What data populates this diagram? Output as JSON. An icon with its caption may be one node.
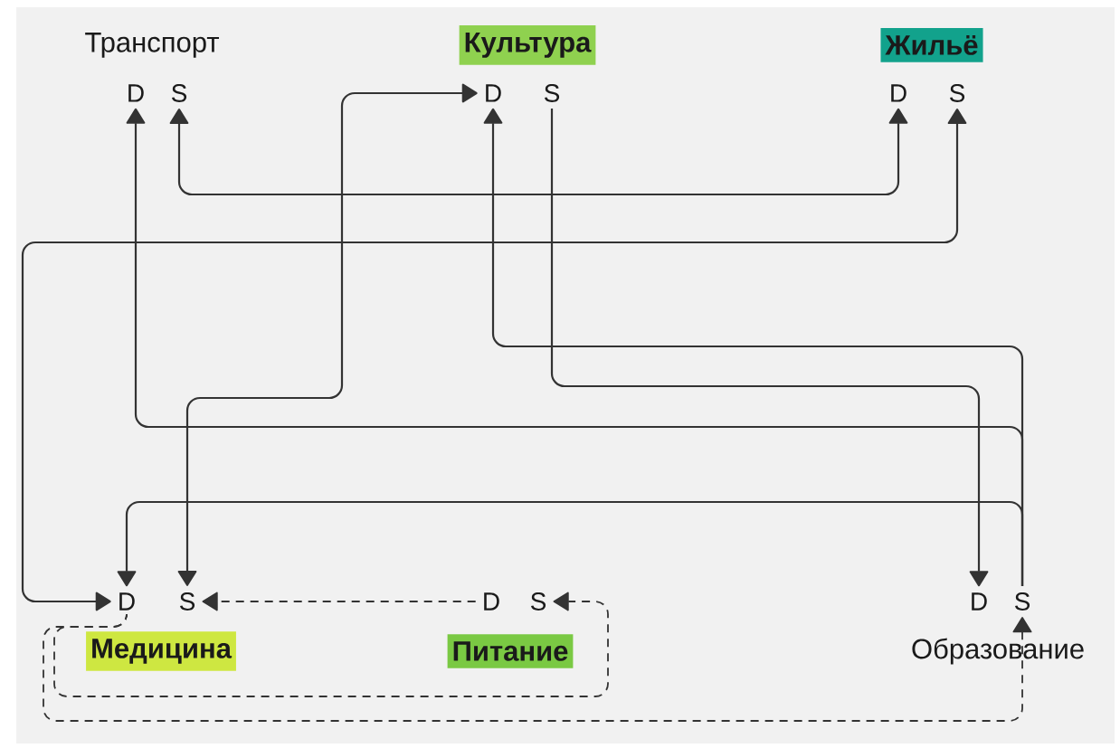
{
  "diagram": {
    "nodes": [
      {
        "text": [
          "Культура"
        ]
      },
      {
        "text": [
          "Жильё"
        ]
      },
      {
        "text": [
          "D"
        ]
      },
      {
        "text": [
          "S"
        ]
      },
      {
        "text": [
          "D"
        ]
      },
      {
        "text": [
          "S"
        ]
      },
      {
        "text": [
          "D"
        ]
      },
      {
        "text": [
          "S"
        ]
      },
      {
        "text": [
          "D"
        ]
      },
      {
        "text": [
          "S"
        ]
      },
      {
        "text": [
          "D"
        ]
      },
      {
        "text": [
          "S"
        ]
      },
      {
        "text": [
          "D"
        ]
      },
      {
        "text": [
          "S"
        ]
      },
      {
        "text": [
          "Медицина"
        ]
      },
      {
        "text": [
          "Питание"
        ]
      }
    ],
    "edges": [
      {
        "from": 9,
        "to": 4,
        "arrow": "both"
      },
      {
        "from": 3,
        "to": 6,
        "arrow": "both"
      },
      {
        "from": 7,
        "to": 8,
        "arrow": "both"
      },
      {
        "from": 13,
        "to": 2,
        "arrow": "to"
      },
      {
        "from": 13,
        "to": 4,
        "arrow": "to"
      },
      {
        "from": 5,
        "to": 12,
        "arrow": "to"
      },
      {
        "from": 13,
        "to": 8,
        "arrow": "to"
      },
      {
        "from": 10,
        "to": 9,
        "arrow": "to",
        "style": "dashed"
      },
      {
        "from": 8,
        "to": 11,
        "arrow": "to",
        "style": "dashed"
      },
      {
        "from": 8,
        "to": 13,
        "arrow": "to",
        "style": "dashed"
      }
    ],
    "labels": [
      "Транспорт",
      "Образование"
    ]
  }
}
